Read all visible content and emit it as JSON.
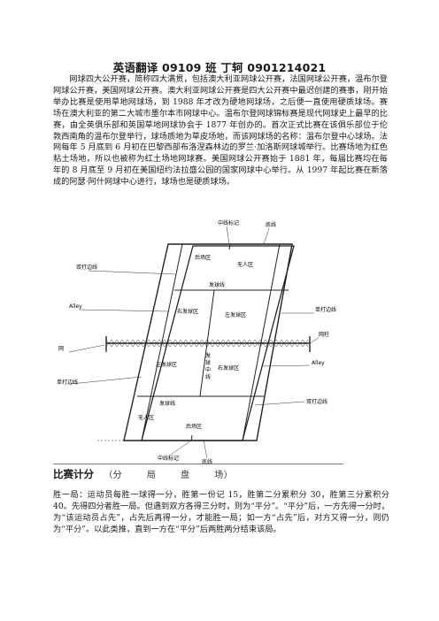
{
  "header": {
    "title": "英语翻译  09109 班  丁轲  0901214021"
  },
  "intro": "网球四大公开赛，简称四大满贯，包括澳大利亚网球公开赛，法国网球公开赛，温布尔登网球公开赛，美国网球公开赛。澳大利亚网球公开赛是四大公开赛中最迟创建的赛事，刚开始举办比赛是使用草地网球场，到 1988 年才改为硬地网球场，之后便一直使用硬质球场。赛场在澳大利亚的第二大城市墨尔本市网球中心。温布尔登网球锦标赛是现代网球史上最早的比赛，由全英俱乐部和英国草地网球协会于 1877 年创办的。首次正式比赛在该俱乐部位于伦敦西南角的温布尔登举行，球场质地为草皮场地，而该网球场的名称：温布尔登中心球场。法网每年 5 月底到 6 月初在巴黎西部布洛涅森林边的罗兰·加洛斯网球城举行。比赛场地为红色粘土场地，所以也被称为红土场地网球赛。美国网球公开赛始于 1881 年，每届比赛均在每年的 8 月底至 9 月初在美国纽约法拉盛公园的国家网球中心举行。从 1997 年起比赛在新落成的阿瑟·阿什网球中心进行，球场也是硬质球场。",
  "diagram": {
    "labels": {
      "center_mark_top": "中线标记",
      "baseline_top": "底线",
      "backcourt_top": "后场区",
      "noman_top": "无人区",
      "doubles_sideline": "双打边线",
      "service_line_top": "发球线",
      "alley_left": "Alley",
      "left_service_top": "右发球区",
      "right_service_top": "左发球区",
      "singles_sideline_right": "单打边线",
      "net_post": "网柱",
      "net": "网",
      "center_service_line": "发球中线",
      "left_service_bottom": "左发球区",
      "right_service_bottom": "右发球区",
      "alley_right": "Alley",
      "singles_sideline_left": "单打边线",
      "service_line_bottom": "发球线",
      "doubles_sideline_right": "双打边线",
      "noman_bottom": "无人区",
      "backcourt_bottom": "后场区",
      "center_mark_bottom": "中线标记",
      "baseline_bottom": "底线"
    }
  },
  "scoring": {
    "heading": "比赛计分",
    "sub": [
      "（分",
      "局",
      "盘",
      "场）"
    ],
    "text": "胜一局：运动员每胜一球得一分，胜第一份记 15，胜第二分累积分 30，胜第三分累积分 40。先得四分者胜一局。但遇到双方各得三分时，则为“平分”。“平分”后，一方先得一分时，为“该运动员占先”，占先后再得一分，才能胜一局；如一方“占先”后，对方又得一分，则仍为“平分”。以此类推，直到一方在“平分”后两胜两分结束该局。"
  }
}
